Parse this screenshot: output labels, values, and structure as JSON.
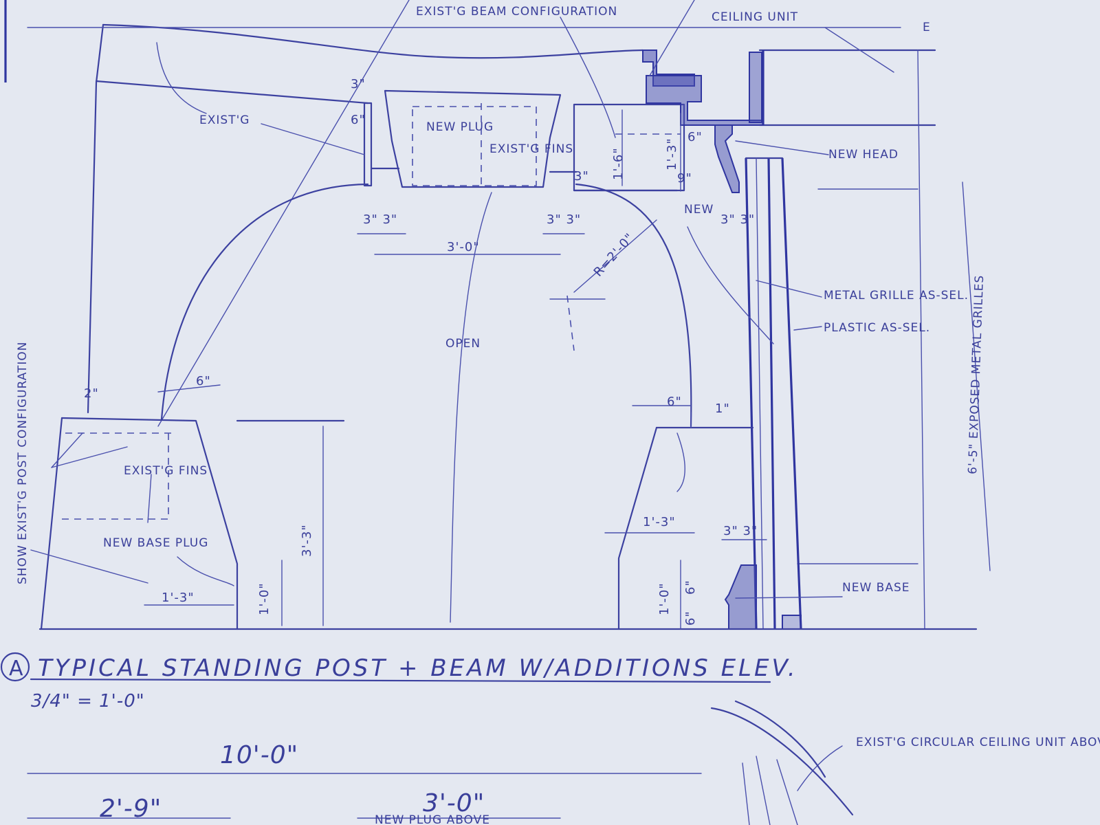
{
  "labels": {
    "beam_config": "EXIST'G BEAM CONFIGURATION",
    "ceiling_unit": "CEILING UNIT",
    "exist": "EXIST'G",
    "new_plug": "NEW PLUG",
    "exist_fins_top": "EXIST'G FINS",
    "new_head": "NEW HEAD",
    "new_mid": "NEW",
    "metal_grille": "METAL GRILLE AS-SEL.",
    "plastic": "PLASTIC AS-SEL.",
    "open": "OPEN",
    "exposed_grilles": "6'-5\" EXPOSED METAL GRILLES",
    "post_config": "SHOW EXIST'G POST CONFIGURATION",
    "exist_fins_bottom": "EXIST'G FINS",
    "new_base_plug": "NEW BASE PLUG",
    "new_base": "NEW BASE",
    "circular_ceiling": "EXIST'G CIRCULAR CEILING UNIT ABOVE",
    "new_plug_above": "NEW PLUG ABOVE",
    "corner_mark": "E"
  },
  "dimensions": {
    "d3_top": "3\"",
    "d6_left": "6\"",
    "d1_6": "1'-6\"",
    "d3_right": "3\"",
    "d1_3_right": "1'-3\"",
    "d9": "9\"",
    "d6_right": "6\"",
    "d3_3_left": "3\" 3\"",
    "d3_3_right": "3\" 3\"",
    "d3_0": "3'-0\"",
    "radius": "R=2'-0\"",
    "d3_3_far": "3\" 3\"",
    "d6_mid": "6\"",
    "d2": "2\"",
    "d6_lower": "6\"",
    "d1_lower": "1\"",
    "d1_3_base": "1'-3\"",
    "d3_3_base": "3\" 3\"",
    "d1_0_left": "1'-0\"",
    "d3_3_height": "3'-3\"",
    "d1_3_left_base": "1'-3\"",
    "d1_0_right": "1'-0\"",
    "d6_base_a": "6\"",
    "d6_base_b": "6\"",
    "d10_0": "10'-0\"",
    "d2_9": "2'-9\"",
    "d3_0_bottom": "3'-0\""
  },
  "title": {
    "marker": "A",
    "text": "TYPICAL STANDING POST + BEAM W/ADDITIONS ELEV.",
    "scale": "3/4\" = 1'-0\""
  },
  "colors": {
    "paper": "#e4e8f1",
    "ink": "#3c41a0"
  }
}
